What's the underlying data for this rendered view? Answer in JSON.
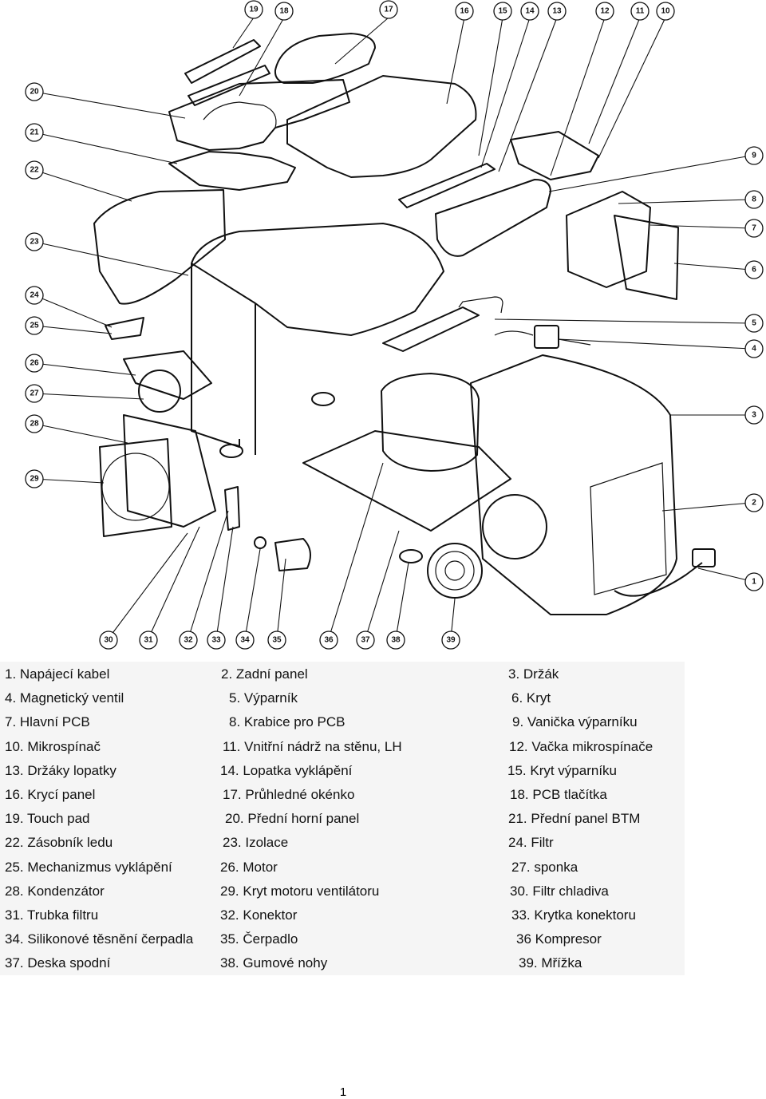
{
  "diagram": {
    "callouts": [
      "1",
      "2",
      "3",
      "4",
      "5",
      "6",
      "7",
      "8",
      "9",
      "10",
      "11",
      "12",
      "13",
      "14",
      "15",
      "16",
      "17",
      "18",
      "19",
      "20",
      "21",
      "22",
      "23",
      "24",
      "25",
      "26",
      "27",
      "28",
      "29",
      "30",
      "31",
      "32",
      "33",
      "34",
      "35",
      "36",
      "37",
      "38",
      "39"
    ]
  },
  "legend": {
    "rows": [
      [
        "1. Napájecí kabel",
        "2. Zadní panel",
        "3. Držák"
      ],
      [
        "4. Magnetický ventil",
        "5. Výparník",
        "6. Kryt"
      ],
      [
        "7. Hlavní PCB",
        "8. Krabice pro PCB",
        "9. Vanička výparníku"
      ],
      [
        "10. Mikrospínač",
        "11. Vnitřní nádrž na stěnu, LH",
        "12. Vačka mikrospínače"
      ],
      [
        "13. Držáky lopatky",
        "14. Lopatka vyklápění",
        "15. Kryt výparníku"
      ],
      [
        "16. Krycí panel",
        "17. Průhledné okénko",
        "18. PCB tlačítka"
      ],
      [
        "19. Touch pad",
        "20. Přední horní panel",
        "21. Přední panel BTM"
      ],
      [
        "22. Zásobník ledu",
        "23. Izolace",
        "24. Filtr"
      ],
      [
        "25. Mechanizmus vyklápění",
        "26. Motor",
        "27. sponka"
      ],
      [
        "28. Kondenzátor",
        "29. Kryt motoru ventilátoru",
        "30. Filtr chladiva"
      ],
      [
        "31. Trubka filtru",
        "32. Konektor",
        "33. Krytka konektoru"
      ],
      [
        "34. Silikonové těsnění čerpadla",
        "35. Čerpadlo",
        "36 Kompresor"
      ],
      [
        "37. Deska spodní",
        "38. Gumové nohy",
        "39. Mřížka"
      ]
    ]
  },
  "page_number": "1"
}
